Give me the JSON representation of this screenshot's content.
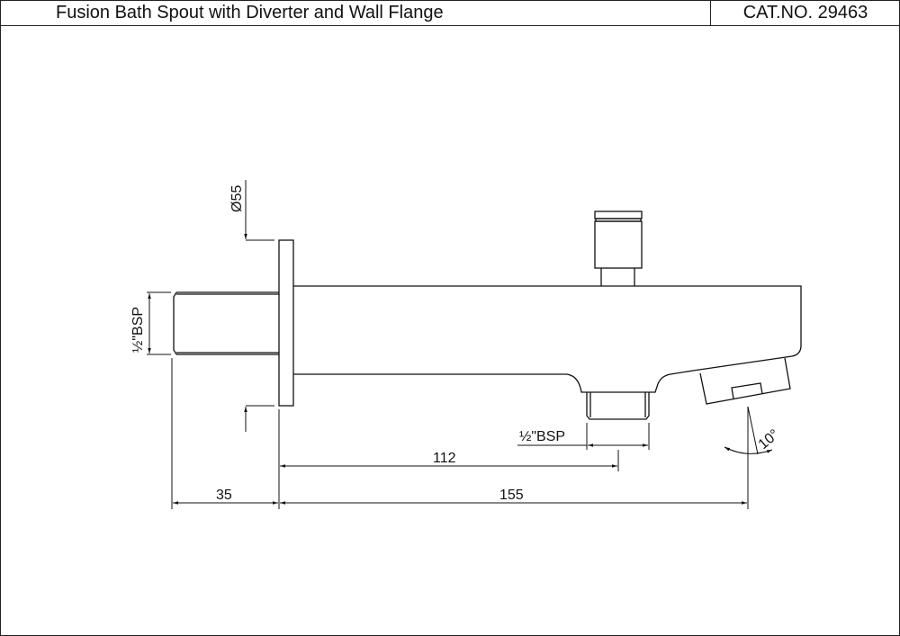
{
  "header": {
    "title": "Fusion Bath Spout with Diverter and Wall Flange",
    "catalog_number": "CAT.NO. 29463"
  },
  "drawing": {
    "type": "technical side-elevation drawing",
    "line_color": "#111111",
    "dimensions": {
      "flange_diameter": "Ø55",
      "inlet_thread": "½\"BSP",
      "outlet_thread": "½\"BSP",
      "diverter_offset": "112",
      "inlet_length": "35",
      "spout_projection": "155",
      "outlet_angle": "10°"
    }
  }
}
